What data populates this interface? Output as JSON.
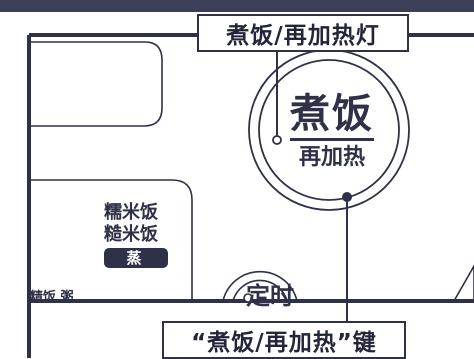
{
  "callouts": {
    "indicator_light": "煮饭/再加热灯",
    "button_label": "“煮饭/再加热”键"
  },
  "main_button": {
    "title": "煮饭",
    "subtitle": "再加热"
  },
  "side_panel": {
    "line1": "糯米饭",
    "line2": "糙米饭",
    "steam_badge": "蒸"
  },
  "timer_button": {
    "label": "定时"
  },
  "partial_text": "精饭 粥",
  "colors": {
    "ink": "#2e3147",
    "top_band": "#3b4058",
    "background": "#ffffff"
  }
}
